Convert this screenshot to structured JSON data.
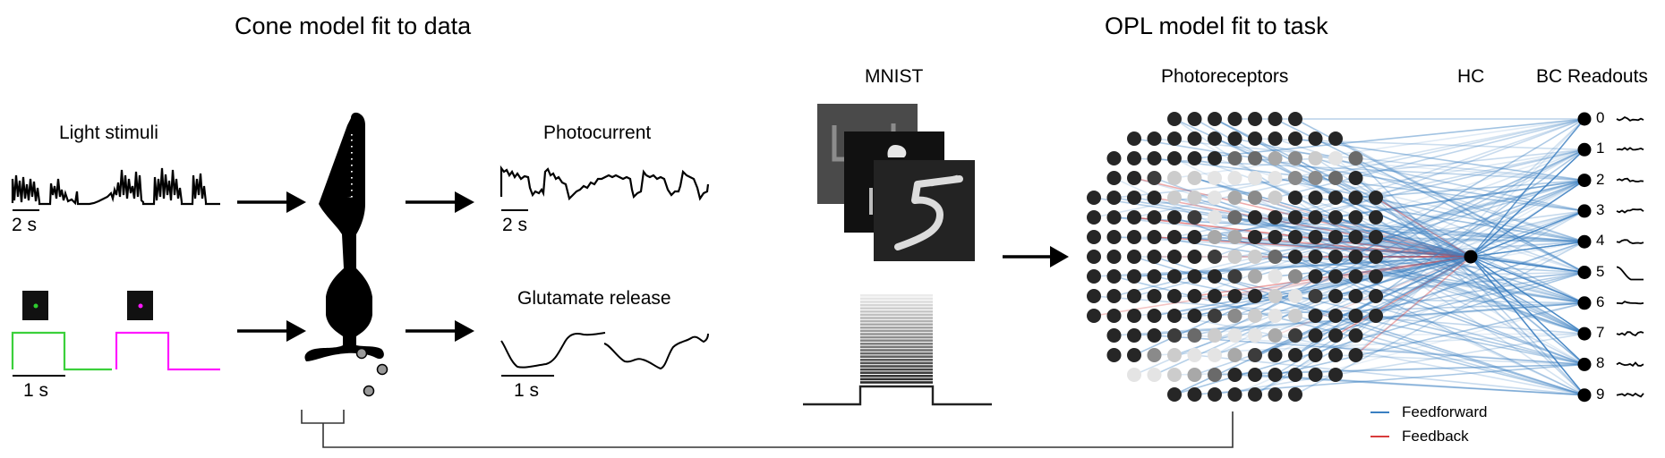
{
  "left_panel": {
    "title": "Cone model fit to data",
    "light_stimuli": {
      "label": "Light stimuli",
      "scale_bar_1": "2 s",
      "scale_bar_2": "1 s",
      "green_color": "#2ecc2e",
      "magenta_color": "#ff18ff"
    },
    "photocurrent": {
      "label": "Photocurrent",
      "scale_bar": "2 s"
    },
    "glutamate": {
      "label": "Glutamate release",
      "scale_bar": "1 s"
    }
  },
  "middle_panel": {
    "mnist_label": "MNIST"
  },
  "right_panel": {
    "title": "OPL model fit to task",
    "photoreceptors_label": "Photoreceptors",
    "hc_label": "HC",
    "bc_label": "BC Readouts",
    "bc_readouts": [
      "0",
      "1",
      "2",
      "3",
      "4",
      "5",
      "6",
      "7",
      "8",
      "9"
    ],
    "legend": [
      {
        "label": "Feedforward",
        "color": "#3a7fc1"
      },
      {
        "label": "Feedback",
        "color": "#d83c3c"
      }
    ],
    "photoreceptor_rows": [
      {
        "start": 4,
        "levels": [
          0,
          0,
          0,
          0,
          0,
          0,
          0
        ]
      },
      {
        "start": 2,
        "levels": [
          0,
          0,
          0,
          0,
          0,
          0,
          0,
          0,
          0,
          0,
          0
        ]
      },
      {
        "start": 1,
        "levels": [
          0,
          0,
          0,
          0,
          0,
          0,
          2,
          2,
          4,
          3,
          5,
          6,
          2
        ]
      },
      {
        "start": 1,
        "levels": [
          0,
          0,
          1,
          5,
          5,
          6,
          6,
          6,
          6,
          3,
          3,
          2,
          0
        ]
      },
      {
        "start": 0,
        "levels": [
          0,
          0,
          0,
          0,
          5,
          5,
          6,
          4,
          3,
          5,
          0,
          0,
          0,
          0,
          0
        ]
      },
      {
        "start": 0,
        "levels": [
          0,
          0,
          0,
          0,
          0,
          1,
          6,
          2,
          0,
          0,
          0,
          0,
          0,
          0,
          0
        ]
      },
      {
        "start": 0,
        "levels": [
          0,
          0,
          0,
          0,
          0,
          0,
          4,
          4,
          0,
          0,
          0,
          0,
          0,
          0,
          0
        ]
      },
      {
        "start": 0,
        "levels": [
          0,
          0,
          0,
          0,
          0,
          0,
          1,
          5,
          5,
          2,
          0,
          0,
          0,
          0,
          0
        ]
      },
      {
        "start": 0,
        "levels": [
          0,
          0,
          0,
          0,
          0,
          0,
          0,
          1,
          4,
          6,
          3,
          0,
          0,
          0,
          0
        ]
      },
      {
        "start": 0,
        "levels": [
          0,
          0,
          0,
          0,
          0,
          0,
          0,
          0,
          0,
          5,
          6,
          1,
          0,
          0,
          0
        ]
      },
      {
        "start": 0,
        "levels": [
          0,
          0,
          0,
          0,
          0,
          0,
          1,
          3,
          5,
          6,
          5,
          0,
          0,
          0,
          0
        ]
      },
      {
        "start": 1,
        "levels": [
          0,
          0,
          0,
          1,
          2,
          5,
          6,
          6,
          4,
          1,
          0,
          0,
          0
        ]
      },
      {
        "start": 1,
        "levels": [
          0,
          0,
          3,
          5,
          6,
          6,
          4,
          1,
          0,
          0,
          0,
          0,
          0
        ]
      },
      {
        "start": 2,
        "levels": [
          6,
          6,
          5,
          4,
          2,
          0,
          0,
          0,
          0,
          0,
          0
        ]
      },
      {
        "start": 4,
        "levels": [
          0,
          0,
          0,
          0,
          0,
          0,
          0
        ]
      }
    ],
    "gray_palette": [
      "#262626",
      "#3c3c3c",
      "#6a6a6a",
      "#8a8a8a",
      "#a8a8a8",
      "#cccccc",
      "#e4e4e4"
    ]
  },
  "colors": {
    "ink": "#000000",
    "node": "#262626",
    "synapse": "#9a9a9a"
  }
}
